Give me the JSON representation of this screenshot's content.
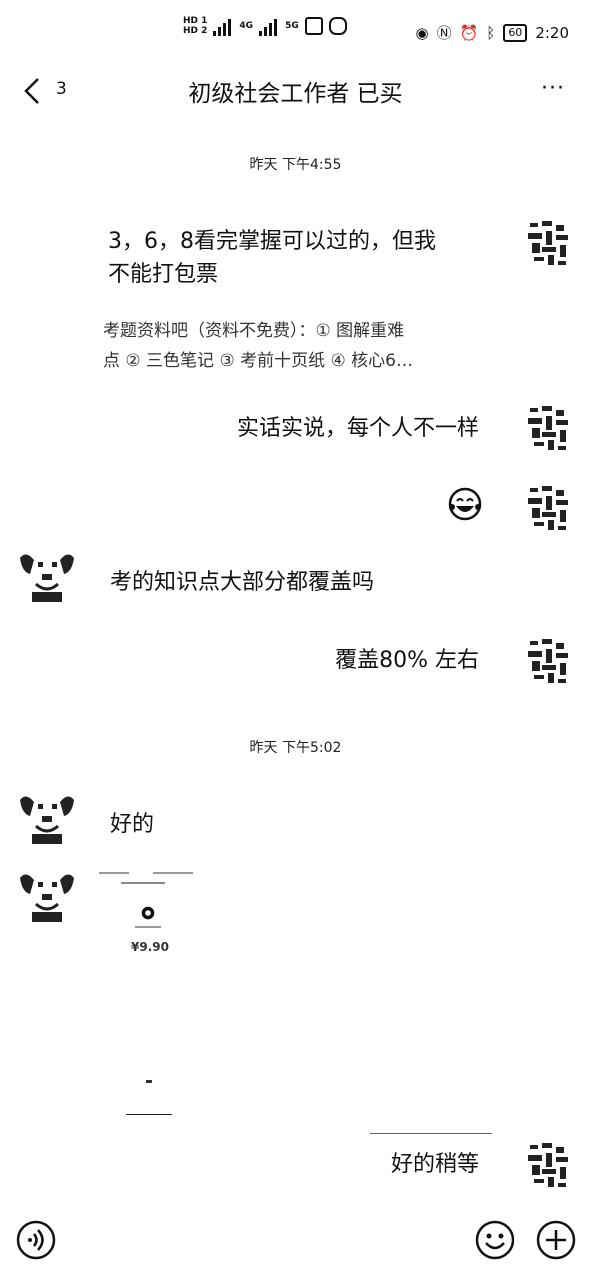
{
  "status_bar": {
    "hd1": "HD 1",
    "hd2": "HD 2",
    "net1": "4G",
    "net2": "5G",
    "battery": "60",
    "time": "2:20"
  },
  "header": {
    "unread_count": "3",
    "title": "初级社会工作者 已买",
    "more": "···"
  },
  "messages": {
    "ts1": "昨天 下午4:55",
    "m1_line1": "3，6，8看完掌握可以过的，但我",
    "m1_line2": "不能打包票",
    "quote_line1": "考题资料吧（资料不免费）：① 图解重难",
    "quote_line2": "点 ② 三色笔记 ③ 考前十页纸 ④ 核心6…",
    "m2": "实话实说，每个人不一样",
    "m4": "考的知识点大部分都覆盖吗",
    "m5": "覆盖80% 左右",
    "ts2": "昨天 下午5:02",
    "m6": "好的",
    "card_price": "¥9.90",
    "m8": "好的稍等"
  },
  "icons": {
    "back": "back-chevron-icon",
    "more": "more-dots-icon",
    "voice": "voice-icon",
    "emoji": "emoji-icon",
    "plus": "plus-icon",
    "laugh": "laugh-tears-emoji"
  }
}
